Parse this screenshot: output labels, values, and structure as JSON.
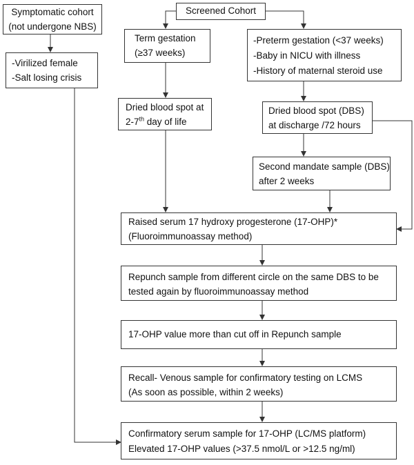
{
  "flowchart": {
    "screened_cohort": "Screened Cohort",
    "symptomatic_cohort": [
      "Symptomatic cohort",
      "(not undergone NBS)"
    ],
    "symptoms": [
      "-Virilized female",
      "-Salt losing crisis"
    ],
    "term_gestation": [
      "Term gestation",
      "(≥37 weeks)"
    ],
    "preterm_criteria": [
      "-Preterm gestation (<37 weeks)",
      "-Baby in NICU with illness",
      "-History of maternal steroid use"
    ],
    "term_dbs": {
      "line1": "Dried blood spot at",
      "line2_prefix": "2-7",
      "line2_sup": "th",
      "line2_suffix": " day of life"
    },
    "preterm_dbs": [
      "Dried blood spot (DBS)",
      "at discharge /72 hours"
    ],
    "second_sample": [
      "Second mandate sample (DBS)",
      "after 2 weeks"
    ],
    "raised_17ohp": [
      "Raised serum 17 hydroxy progesterone (17-OHP)*",
      "(Fluoroimmunoassay method)"
    ],
    "repunch": [
      "Repunch sample from different circle on the same DBS to be",
      "tested again by fluoroimmunoassay method"
    ],
    "cutoff": "17-OHP value more than cut off in Repunch sample",
    "recall": [
      "Recall- Venous sample for confirmatory testing on LCMS",
      "(As soon as possible, within 2 weeks)"
    ],
    "confirmatory": [
      "Confirmatory serum sample for 17-OHP (LC/MS platform)",
      "Elevated 17-OHP values (>37.5 nmol/L or >12.5 ng/ml)"
    ]
  }
}
